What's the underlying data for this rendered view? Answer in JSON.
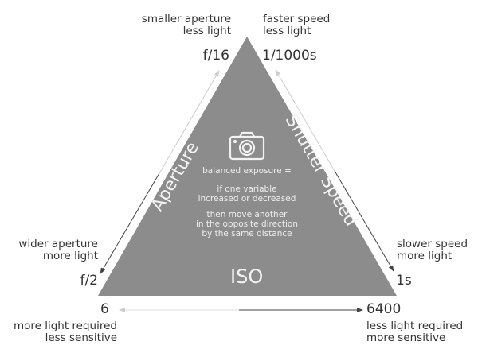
{
  "colors": {
    "triangle": "#8c8c8c",
    "text": "#333333",
    "inner_text": "#eeeeee"
  },
  "aperture": {
    "label": "Aperture",
    "top_desc": [
      "smaller aperture",
      "less light"
    ],
    "top_value": "f/16",
    "bottom_desc": [
      "wider aperture",
      "more light"
    ],
    "bottom_value": "f/2"
  },
  "shutter": {
    "label": "Shutter Speed",
    "top_desc": [
      "faster speed",
      "less light"
    ],
    "top_value": "1/1000s",
    "bottom_desc": [
      "slower speed",
      "more light"
    ],
    "bottom_value": "1s"
  },
  "iso": {
    "label": "ISO",
    "left_value": "6",
    "left_desc": [
      "more light required",
      "less sensitive"
    ],
    "right_value": "6400",
    "right_desc": [
      "less light required",
      "more sensitive"
    ]
  },
  "center": {
    "icon": "camera-icon",
    "line1": "balanced exposure =",
    "line2": [
      "if one variable",
      "increased or decreased"
    ],
    "line3": [
      "then move another",
      "in the opposite direction",
      "by the same distance"
    ]
  }
}
